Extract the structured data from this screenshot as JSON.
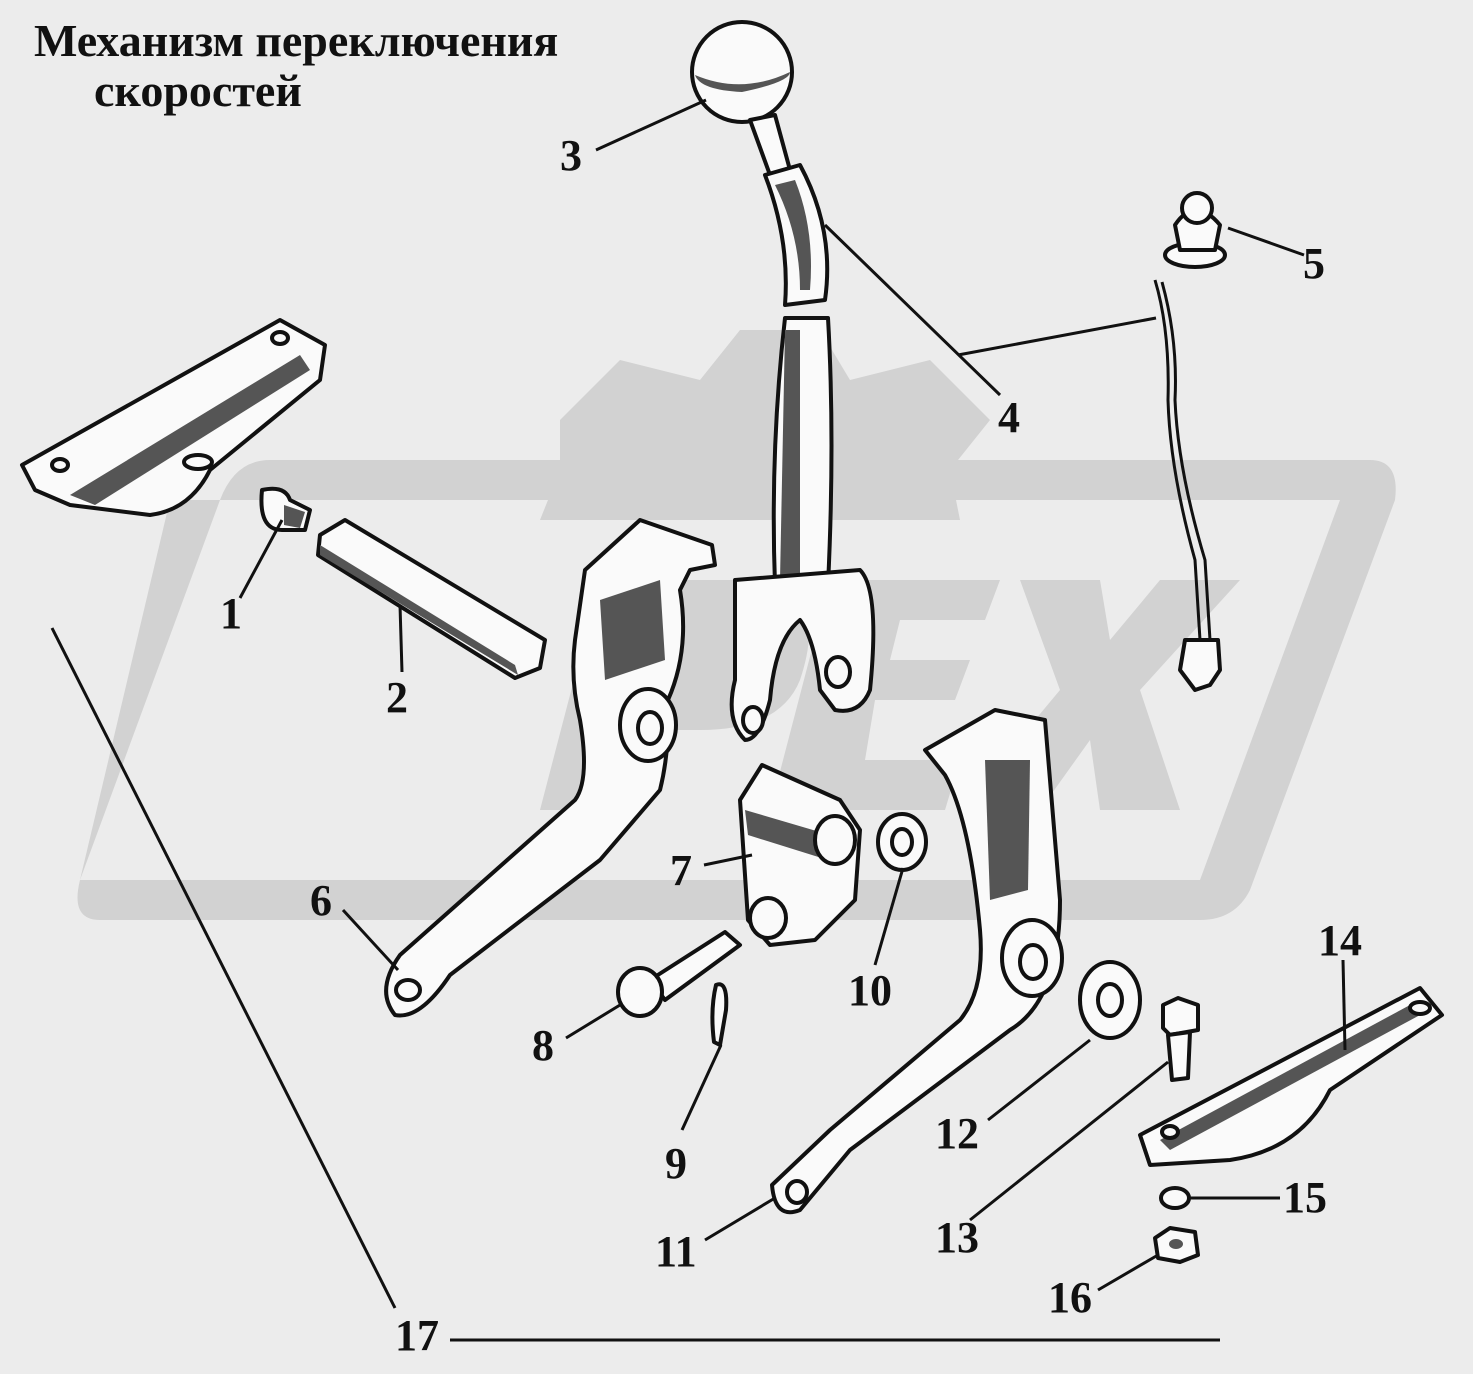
{
  "title": {
    "line1": "Механизм переключения",
    "line2": "скоростей"
  },
  "watermark": {
    "text": "OPEX",
    "color": "#d2d2d2"
  },
  "callouts": [
    {
      "id": "1",
      "label": "1"
    },
    {
      "id": "2",
      "label": "2"
    },
    {
      "id": "3",
      "label": "3"
    },
    {
      "id": "4",
      "label": "4"
    },
    {
      "id": "5",
      "label": "5"
    },
    {
      "id": "6",
      "label": "6"
    },
    {
      "id": "7",
      "label": "7"
    },
    {
      "id": "8",
      "label": "8"
    },
    {
      "id": "9",
      "label": "9"
    },
    {
      "id": "10",
      "label": "10"
    },
    {
      "id": "11",
      "label": "11"
    },
    {
      "id": "12",
      "label": "12"
    },
    {
      "id": "13",
      "label": "13"
    },
    {
      "id": "14",
      "label": "14"
    },
    {
      "id": "15",
      "label": "15"
    },
    {
      "id": "16",
      "label": "16"
    },
    {
      "id": "17",
      "label": "17"
    }
  ]
}
